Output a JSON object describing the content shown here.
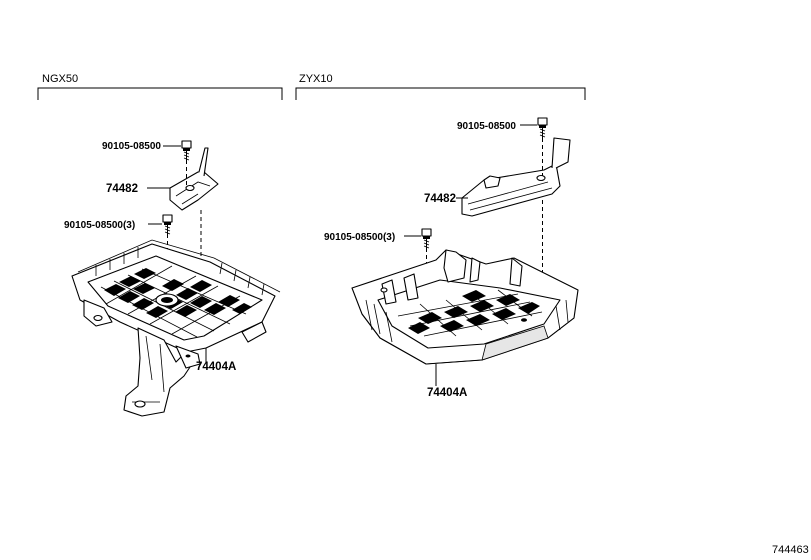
{
  "groups": {
    "left": {
      "model": "NGX50"
    },
    "right": {
      "model": "ZYX10"
    }
  },
  "callouts": {
    "left_bolt_top": "90105-08500",
    "left_bracket": "74482",
    "left_bolt_bottom": "90105-08500(3)",
    "left_tray": "74404A",
    "right_bolt_top": "90105-08500",
    "right_cover": "74482",
    "right_bolt_bottom": "90105-08500(3)",
    "right_tray": "74404A"
  },
  "figure_id": "744463"
}
